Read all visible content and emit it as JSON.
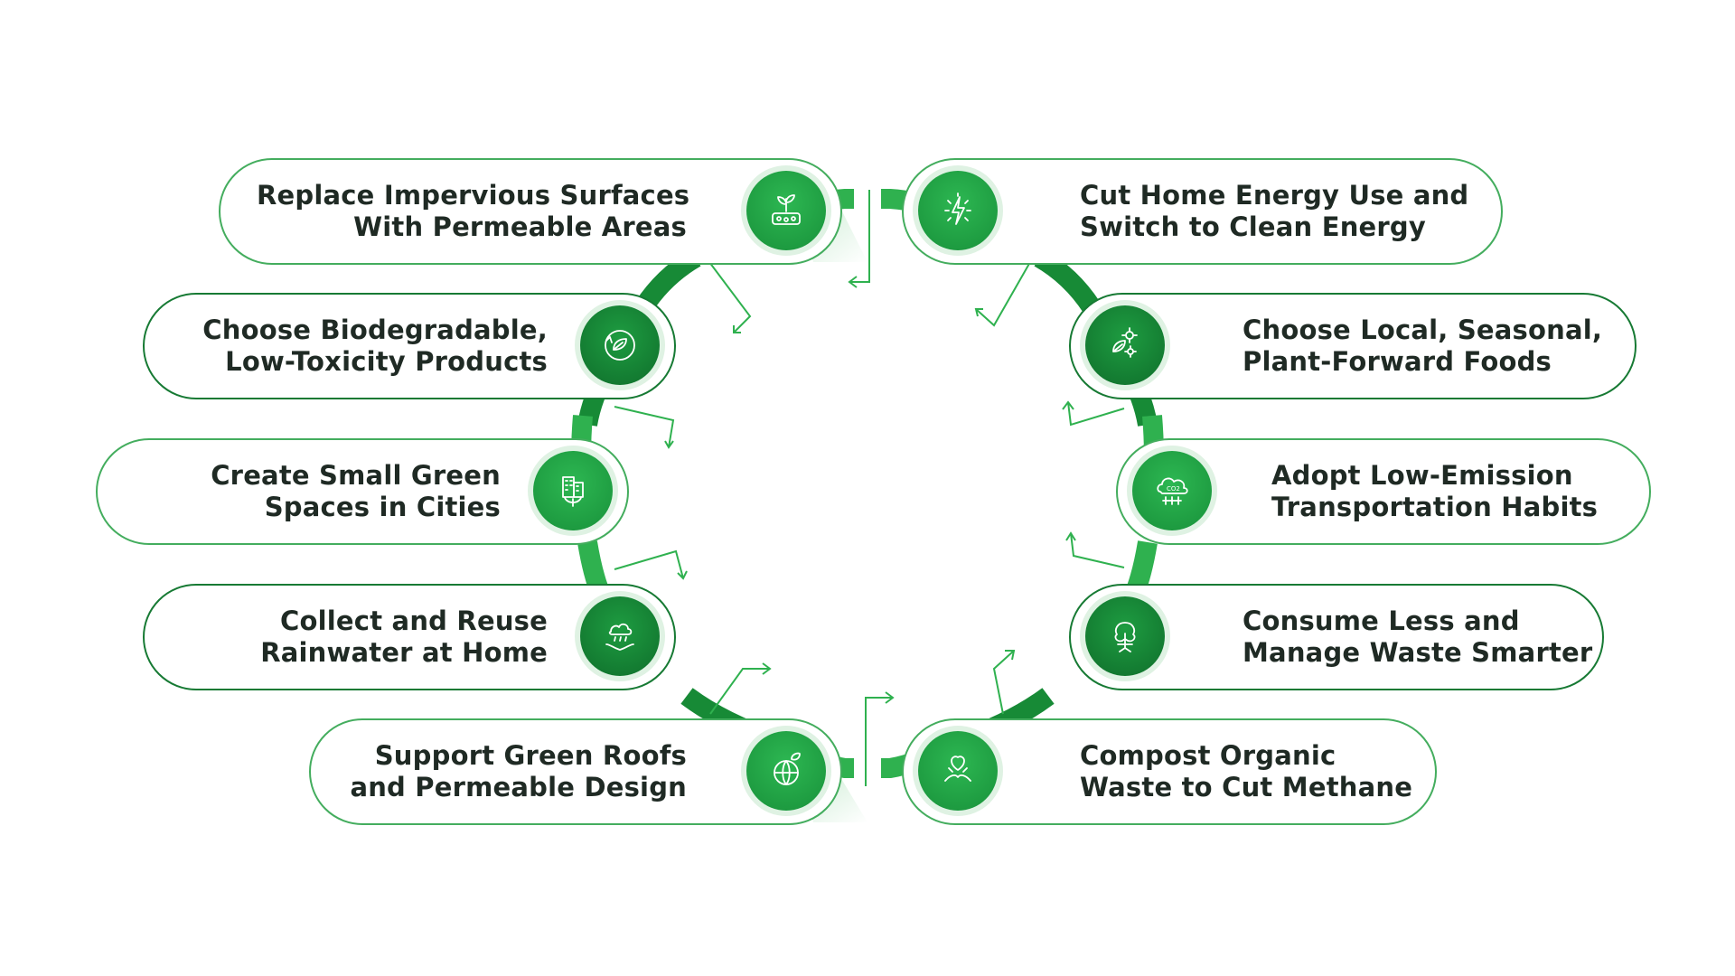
{
  "diagram": {
    "items": [
      {
        "id": "impervious",
        "side": "left",
        "icon": "soil-sprout-icon",
        "lines": [
          "Replace Impervious Surfaces",
          "With Permeable Areas"
        ]
      },
      {
        "id": "biodegradable",
        "side": "left",
        "icon": "recycle-leaf-icon",
        "lines": [
          "Choose Biodegradable,",
          "Low-Toxicity Products"
        ]
      },
      {
        "id": "green-spaces",
        "side": "left",
        "icon": "city-plant-icon",
        "lines": [
          "Create Small Green",
          "Spaces in Cities"
        ]
      },
      {
        "id": "rainwater",
        "side": "left",
        "icon": "rain-hands-icon",
        "lines": [
          "Collect and Reuse",
          "Rainwater at Home"
        ]
      },
      {
        "id": "green-roofs",
        "side": "left",
        "icon": "globe-leaf-icon",
        "lines": [
          "Support Green Roofs",
          "and Permeable Design"
        ]
      },
      {
        "id": "clean-energy",
        "side": "right",
        "icon": "lightning-icon",
        "lines": [
          "Cut Home Energy Use and",
          "Switch to Clean Energy"
        ]
      },
      {
        "id": "local-foods",
        "side": "right",
        "icon": "sun-leaf-icon",
        "lines": [
          "Choose Local, Seasonal,",
          "Plant-Forward Foods"
        ]
      },
      {
        "id": "transport",
        "side": "right",
        "icon": "co2-cloud-icon",
        "lines": [
          "Adopt Low-Emission",
          "Transportation Habits"
        ]
      },
      {
        "id": "waste",
        "side": "right",
        "icon": "tree-roots-icon",
        "lines": [
          "Consume Less and",
          "Manage Waste Smarter"
        ]
      },
      {
        "id": "compost",
        "side": "right",
        "icon": "compost-hands-icon",
        "lines": [
          "Compost Organic",
          "Waste to Cut Methane"
        ]
      }
    ]
  },
  "colors": {
    "accent": "#22a84a",
    "accent_dark": "#177a34",
    "border": "#44ad5e",
    "halo": "#dff2e3",
    "text": "#1f2a24"
  }
}
